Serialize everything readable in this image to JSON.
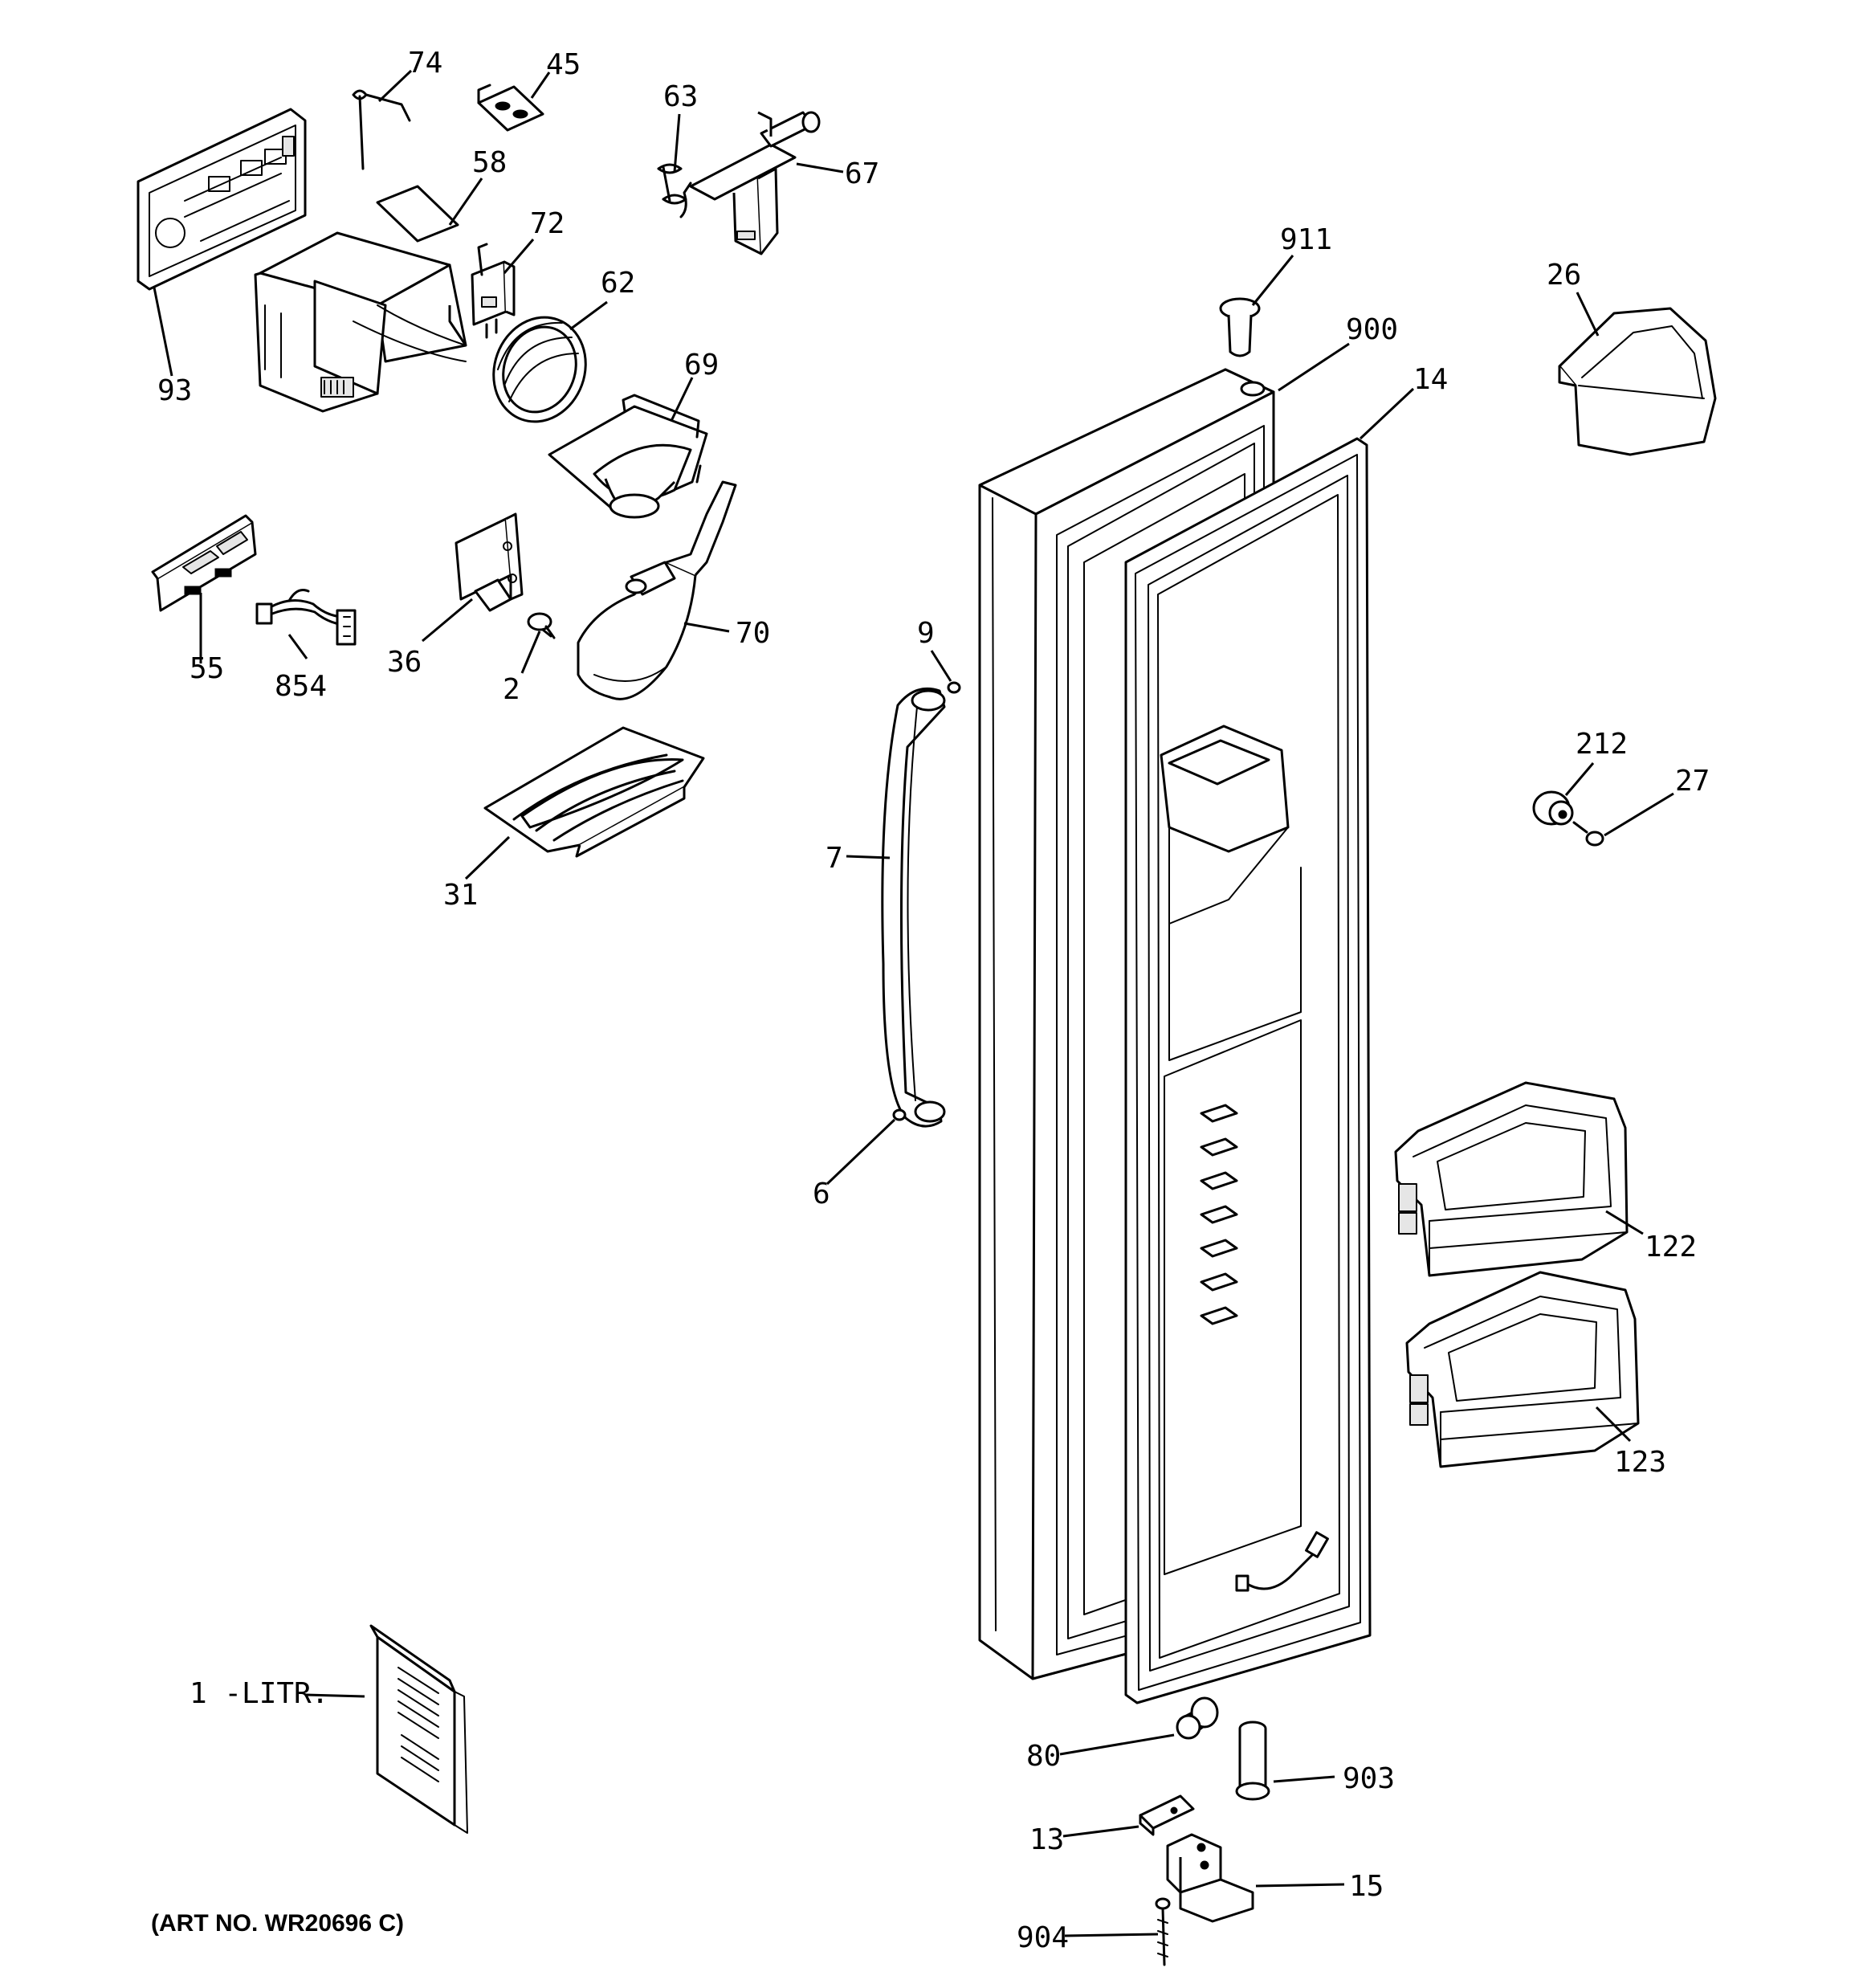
{
  "labels": {
    "p74": "74",
    "p45": "45",
    "p63": "63",
    "p67": "67",
    "p58": "58",
    "p72": "72",
    "p62": "62",
    "p93": "93",
    "p69": "69",
    "p911": "911",
    "p26": "26",
    "p900": "900",
    "p14": "14",
    "p55": "55",
    "p854": "854",
    "p36": "36",
    "p2": "2",
    "p70": "70",
    "p9": "9",
    "p212": "212",
    "p27": "27",
    "p31": "31",
    "p7": "7",
    "p6": "6",
    "p122": "122",
    "p123": "123",
    "p1": "1 -LITR.",
    "p80": "80",
    "p903": "903",
    "p13": "13",
    "p15": "15",
    "p904": "904"
  },
  "art_number": "(ART NO. WR20696 C)"
}
